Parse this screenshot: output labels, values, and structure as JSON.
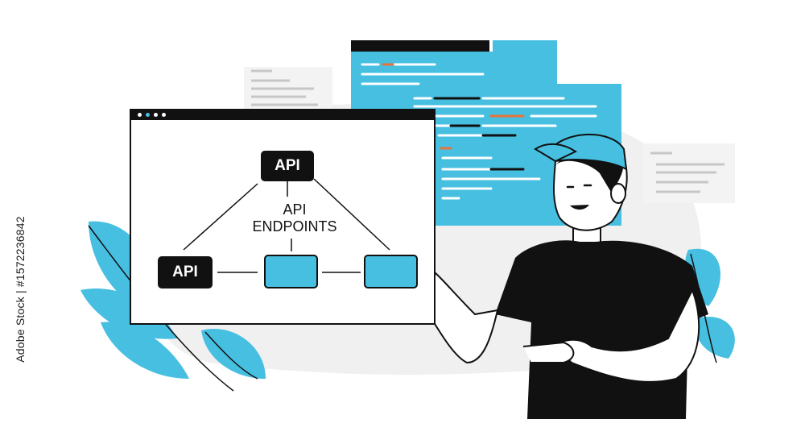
{
  "credit": {
    "text": "Adobe Stock | #1572236842"
  },
  "diagram": {
    "top_node": "API",
    "left_node": "API",
    "center_label_line1": "API",
    "center_label_line2": "ENDPOINTS"
  },
  "colors": {
    "accent": "#46bfe0",
    "ink": "#111111",
    "code_highlight": "#e8733c",
    "background_blob": "#f0f0f0"
  },
  "icons": {
    "person": "developer-pointing-illustration",
    "plants": "leaf-plant-illustration"
  }
}
